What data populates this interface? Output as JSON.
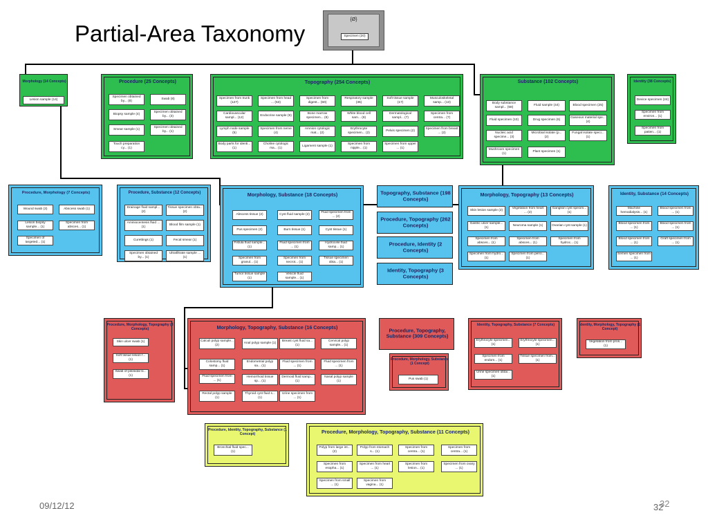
{
  "slide": {
    "title": "Partial-Area Taxonomy",
    "date": "09/12/12",
    "page_number": "32",
    "page_number_shadow": "32"
  },
  "root": {
    "title": "{Ø}",
    "concept": "Specimen (20)"
  },
  "colors": {
    "green": "#2ebd4f",
    "blue": "#56c3ef",
    "red": "#e05a5a",
    "yellow": "#e9f66f"
  },
  "areas": [
    {
      "key": "morph",
      "title": "Morphology (14 Concepts)",
      "color": "green",
      "leaves": [
        "Lesion sample (14)"
      ]
    },
    {
      "key": "proc",
      "title": "Procedure (25 Concepts)",
      "color": "green",
      "leaves": [
        "Specimen obtained by... (8)",
        "Swab (8)",
        "Biopsy sample (4)",
        "Specimen obtained by... (3)",
        "Smear sample (1)",
        "Specimen obtained by... (1)",
        "Touch preparation cy... (1)"
      ]
    },
    {
      "key": "topo",
      "title": "Topography (254 Concepts)",
      "color": "green",
      "leaves": [
        "Specimen from trunk (127)",
        "Specimen from head ... (53)",
        "Specimen from digest... (50)",
        "Respiratory sample (36)",
        "Soft tissue sample (17)",
        "Musculoskeletal samp... (13)",
        "Cardiovascular sampl... (12)",
        "Endocrine sample (9)",
        "Bone marrow specimen... (8)",
        "White blood cell sam... (8)",
        "Dermatological sampl... (7)",
        "Specimen from centra... (7)",
        "Lymph node sample (5)",
        "Specimen from nerve (4)",
        "Amnion cytologic mat... (2)",
        "Erythrocyte specimen... (2)",
        "Pelvis specimen (2)",
        "Specimen from breast ... (2)",
        "Body parts for identi... (1)",
        "Choline cytologic ma... (1)",
        "Ligament sample (1)",
        "Specimen from nipple... (1)",
        "Specimen from upper ... (1)"
      ]
    },
    {
      "key": "subst",
      "title": "Substance (102 Concepts)",
      "color": "green",
      "leaves": [
        "Body substance sampl... (58)",
        "Fluid sample (44)",
        "Blood specimen (25)",
        "Fluid specimen (10)",
        "Drug specimen (6)",
        "Gaseous material spe... (4)",
        "Nucleic acid specime... (3)",
        "Microbial isolate (p... (2)",
        "Fungal isolate speci... (1)",
        "Mushroom specimen (1)",
        "Plant specimen (1)"
      ]
    },
    {
      "key": "ident",
      "title": "Identity (38 Concepts)",
      "color": "green",
      "leaves": [
        "Device specimen (24)",
        "Specimen from environ... (1)",
        "Specimen from patien... (1)"
      ]
    },
    {
      "key": "procmorph",
      "title": "Procedure, Morphology (7 Concepts)",
      "color": "blue",
      "leaves": [
        "Wound swab (3)",
        "Abscess swab (1)",
        "Lesion biopsy sample... (1)",
        "Specimen from absces... (1)",
        "Specimen of targeted... (1)"
      ]
    },
    {
      "key": "procsubst",
      "title": "Procedure, Substance (12 Concepts)",
      "color": "blue",
      "leaves": [
        "Drainage fluid sampl... (2)",
        "Tissue specimen obta... (2)",
        "Aminiocentesis fluid ... (1)",
        "Blood film sample (1)",
        "Curettings (1)",
        "Fecal smear (1)",
        "Specimen obtained by... (1)",
        "Ultrafiltrate sample ... (1)"
      ]
    },
    {
      "key": "morphsubst",
      "title": "Morphology, Substance (18 Concepts)",
      "color": "blue",
      "leaves": [
        "Abscess tissue (2)",
        "Cyst fluid sample (2)",
        "Fluid specimen from ... (2)",
        "Pus specimen (2)",
        "Burn tissue (1)",
        "Cyst tissue (1)",
        "Fistula fluid sample... (1)",
        "Fluid specimen from ... (1)",
        "Hydrocele fluid samp... (1)",
        "Specimen from granul... (1)",
        "Specimen from necrot... (1)",
        "Tissue specimen obta... (1)",
        "Tumor tissue sample (1)",
        "Vesicle fluid sample... (1)"
      ]
    },
    {
      "key": "topsubst",
      "title": "Topography, Substance (198 Concepts)",
      "color": "blue",
      "leaves": []
    },
    {
      "key": "proctopo",
      "title": "Procedure, Topography (262 Concepts)",
      "color": "blue",
      "leaves": []
    },
    {
      "key": "procident",
      "title": "Procedure, Identity (2 Concepts)",
      "color": "blue",
      "leaves": []
    },
    {
      "key": "identtopo",
      "title": "Identity, Topography (3 Concepts)",
      "color": "blue",
      "leaves": []
    },
    {
      "key": "morphtopo",
      "title": "Morphology, Topography (13 Concepts)",
      "color": "blue",
      "leaves": [
        "Skin lesion sample (2)",
        "Vegetation from heart ... (2)",
        "Ganglion cyst specim... (1)",
        "Gastric ulcer sample... (1)",
        "Neuroma sample (1)",
        "Ovarian cyst sample (1)",
        "Specimen from absces... (1)",
        "Specimen from absces... (1)",
        "Specimen from hydroc... (1)",
        "Specimen from hydro... (1)",
        "Specimen from perio... (1)"
      ]
    },
    {
      "key": "identsubst",
      "title": "Identity, Substance (14 Concepts)",
      "color": "blue",
      "leaves": [
        "Machine hemodialysis... (1)",
        "Blood specimen from ... (1)",
        "Blood specimen from ... (1)",
        "Blood specimen from ... (1)",
        "Blood specimen from ... (1)",
        "Graft specimen from ... (1)",
        "Semen specimen from ... (1)"
      ]
    },
    {
      "key": "pmt",
      "title": "Procedure, Morphology, Topography (3 Concepts)",
      "color": "red",
      "leaves": [
        "Skin ulcer swab (1)",
        "Soft tissue lesion f... (1)",
        "Swab of pilonidal si... (1)"
      ]
    },
    {
      "key": "mts",
      "title": "Morphology, Topography, Substance (16 Concepts)",
      "color": "red",
      "leaves": [
        "Calculi polyp sample... (2)",
        "Anal polyp sample (1)",
        "Breast cyst fluid sa... (1)",
        "Cervical polyp sample... (1)",
        "Colostomy fluid samp... (1)",
        "Endometrial polyp sa... (1)",
        "Fluid specimen from ... (1)",
        "Fluid specimen from ... (1)",
        "Fluid specimen from ... (1)",
        "Hemorrhoid tissue sp... (1)",
        "Dermoid fluid samp... (1)",
        "Nasal polyp sample (1)",
        "Rectal polyp sample (1)",
        "Thyroid cyst fluid s... (1)",
        "Urine specimen from ... (1)"
      ]
    },
    {
      "key": "pts",
      "title": "Procedure, Topography, Substance (309 Concepts)",
      "color": "red",
      "leaves": []
    },
    {
      "key": "pms",
      "title": "Procedure, Morphology, Substance (1 Concept)",
      "color": "red",
      "leaves": [
        "Pus swab (1)"
      ]
    },
    {
      "key": "its",
      "title": "Identity, Topography, Substance (7 Concepts)",
      "color": "red",
      "leaves": [
        "Erythrocyte specimen... (1)",
        "Erythrocyte specimen... (1)",
        "Specimen from endom... (1)",
        "Tissue specimen from... (1)",
        "Urine specimen obtai... (1)"
      ]
    },
    {
      "key": "imt",
      "title": "Identity, Morphology, Topography (1 Concept)",
      "color": "red",
      "leaves": [
        "Vegetation from pros... (1)"
      ]
    },
    {
      "key": "pits",
      "title": "Procedure, Identity, Topography, Substance (1 Concept)",
      "color": "yellow",
      "leaves": [
        "Bronchial fluid spec... (1)"
      ]
    },
    {
      "key": "pmts",
      "title": "Procedure, Morphology, Topography, Substance (11 Concepts)",
      "color": "yellow",
      "leaves": [
        "Polyp from large int... (2)",
        "Polyp from stomach s... (1)",
        "Specimen from centra... (1)",
        "Specimen from centra... (1)",
        "Specimen from esopha... (1)",
        "Specimen from heart ... (1)",
        "Specimen from lesion... (1)",
        "Specimen from ovary ... (1)",
        "Specimen from small ... (1)",
        "Specimen from vagina... (1)"
      ]
    }
  ]
}
